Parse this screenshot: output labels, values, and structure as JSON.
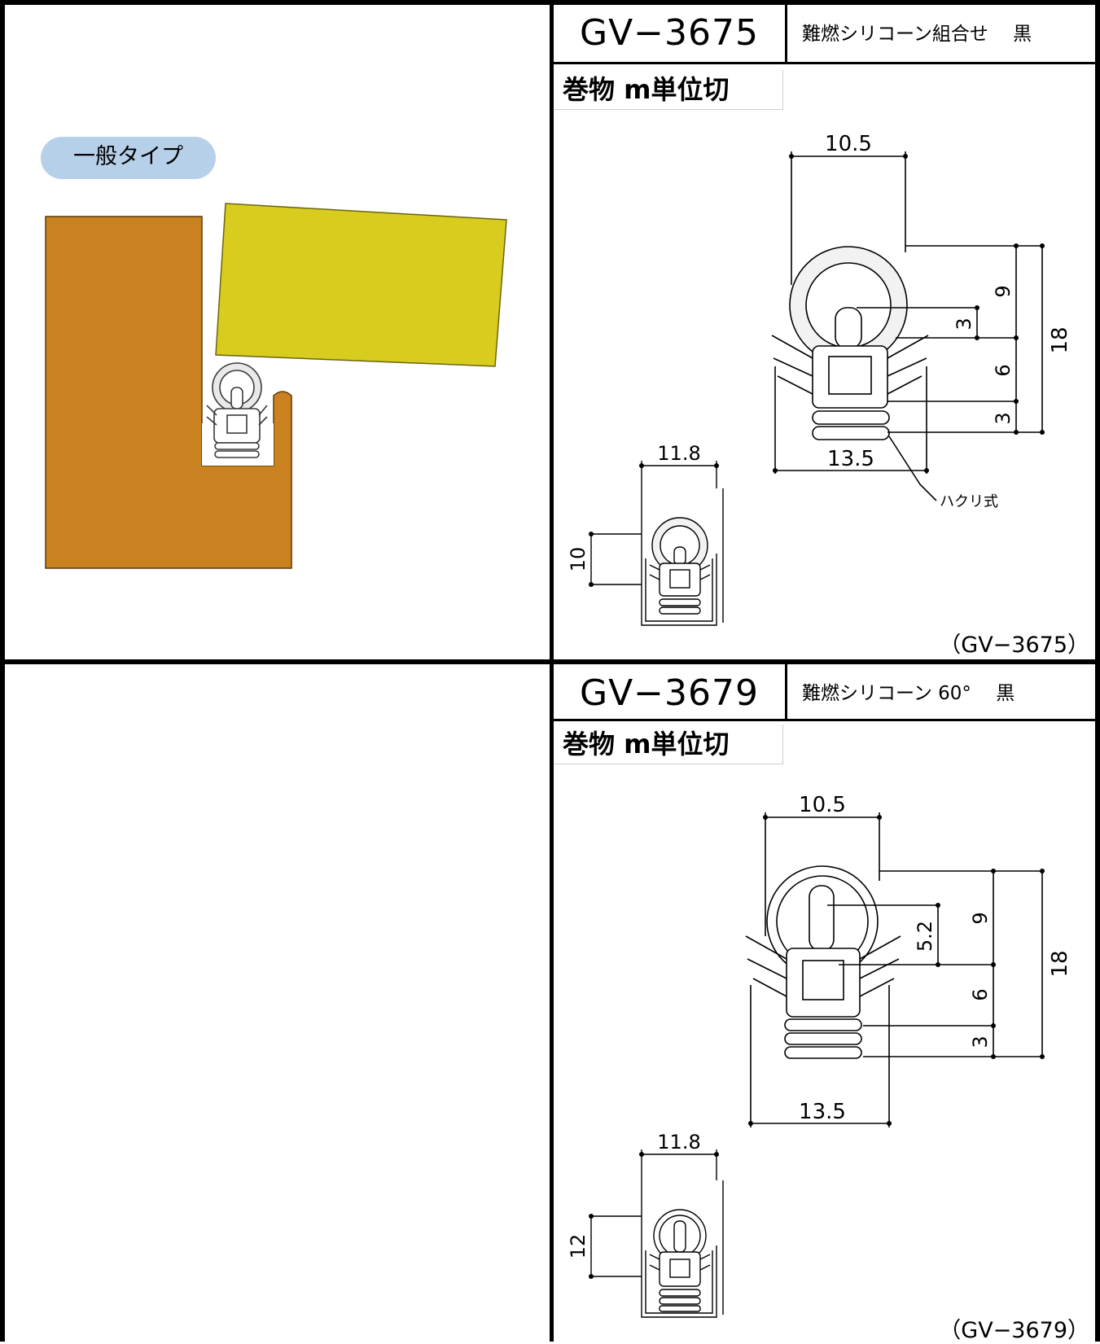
{
  "illustration": {
    "badge": "一般タイプ",
    "colors": {
      "frame": "#c9821f",
      "door": "#d8cc1e",
      "badge": "#b7d0ea"
    }
  },
  "products": [
    {
      "code": "GV−3675",
      "description": "難燃シリコーン組合せ　 黒",
      "roll_label": "巻物  m単位切",
      "dims": {
        "top_width": "10.5",
        "bottom_width": "13.5",
        "height_total": "18",
        "bulb_height": "9",
        "slot": "3",
        "mid": "6",
        "base": "3",
        "mini_width": "11.8",
        "mini_height": "10"
      },
      "note": "ハクリ式",
      "caption": "（GV−3675）"
    },
    {
      "code": "GV−3679",
      "description": "難燃シリコーン  60°　 黒",
      "roll_label": "巻物  m単位切",
      "dims": {
        "top_width": "10.5",
        "bottom_width": "13.5",
        "height_total": "18",
        "bulb_height": "9",
        "slot": "5.2",
        "mid": "6",
        "base": "3",
        "mini_width": "11.8",
        "mini_height": "12"
      },
      "caption": "（GV−3679）"
    }
  ]
}
